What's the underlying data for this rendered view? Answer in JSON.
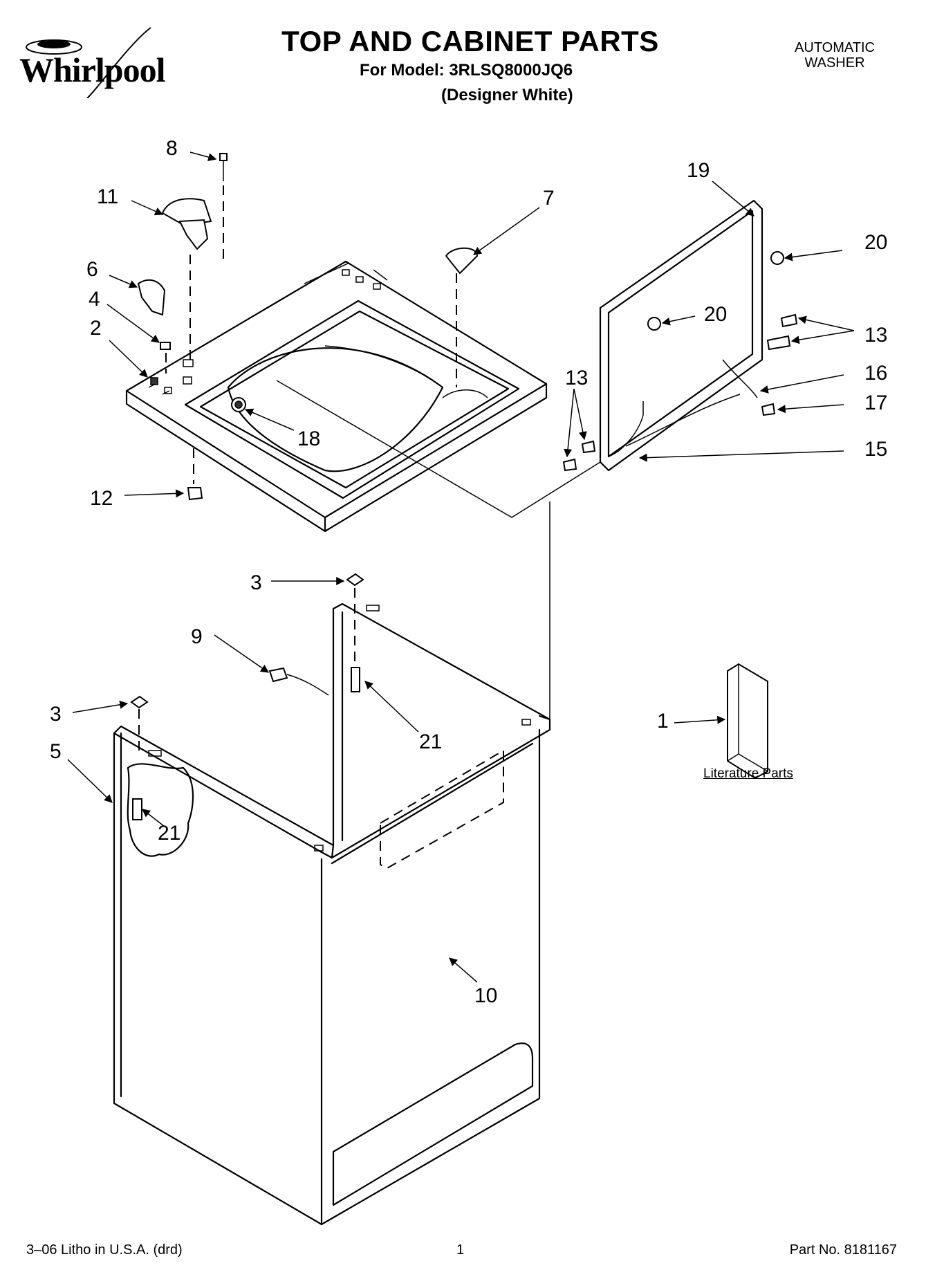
{
  "header": {
    "brand": "Whirlpool",
    "title": "TOP AND CABINET PARTS",
    "model": "For Model: 3RLSQ8000JQ6",
    "variant": "(Designer White)",
    "product_line1": "AUTOMATIC",
    "product_line2": "WASHER"
  },
  "callouts": {
    "c8": "8",
    "c11": "11",
    "c7": "7",
    "c19": "19",
    "c20a": "20",
    "c20b": "20",
    "c6": "6",
    "c4": "4",
    "c2": "2",
    "c13a": "13",
    "c13b": "13",
    "c16": "16",
    "c17": "17",
    "c15": "15",
    "c18": "18",
    "c12": "12",
    "c3a": "3",
    "c9": "9",
    "c3b": "3",
    "c21a": "21",
    "c1": "1",
    "c5": "5",
    "c21b": "21",
    "c10": "10"
  },
  "literature_label": "Literature Parts",
  "footer": {
    "left": "3–06 Litho in U.S.A. (drd)",
    "page": "1",
    "part_no": "Part No. 8181167"
  }
}
